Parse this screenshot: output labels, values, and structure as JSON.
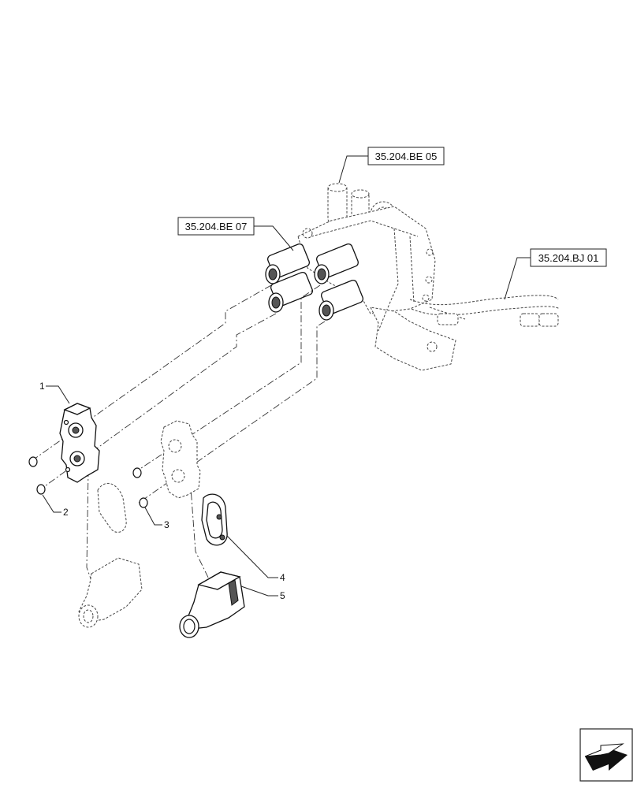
{
  "references": {
    "ref_be05": "35.204.BE 05",
    "ref_be07": "35.204.BE 07",
    "ref_bj01": "35.204.BJ 01"
  },
  "callouts": {
    "c1": "1",
    "c2": "2",
    "c3": "3",
    "c4": "4",
    "c5": "5"
  },
  "icons": {
    "nav": "next-page-arrow-icon"
  }
}
